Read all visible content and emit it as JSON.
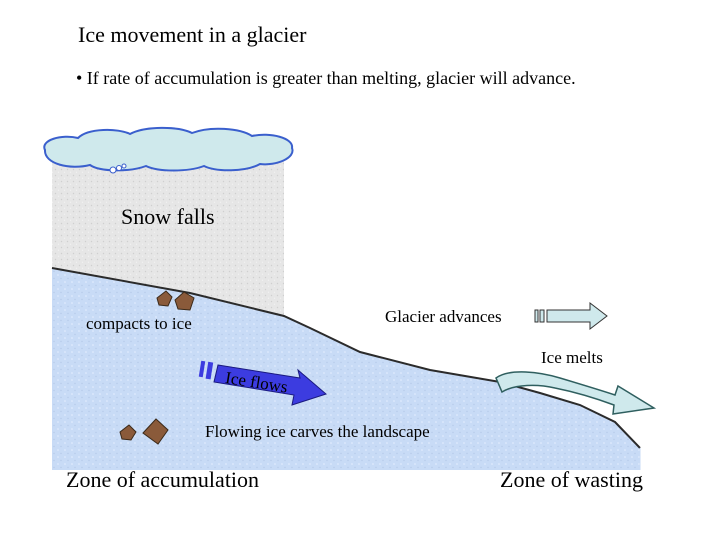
{
  "title": "Ice movement in a glacier",
  "bullet": "• If rate of accumulation is greater than melting, glacier will advance.",
  "labels": {
    "snow_falls": "Snow falls",
    "compacts": "compacts  to ice",
    "glacier_advances": "Glacier advances",
    "ice_melts": "Ice melts",
    "ice_flows": "Ice flows",
    "carves": "Flowing ice carves the landscape",
    "zone_accumulation": "Zone of accumulation",
    "zone_wasting": "Zone of wasting"
  },
  "colors": {
    "cloud": "#cfe9ec",
    "snow_column": "#e7e7e7",
    "glacier": "#c9dcf7",
    "ice_flow_arrow": "#3c3ce0",
    "advance_arrow": "#cfe9ec",
    "melt_arrow": "#cfe9ec",
    "rock": "#8a5a3a"
  }
}
